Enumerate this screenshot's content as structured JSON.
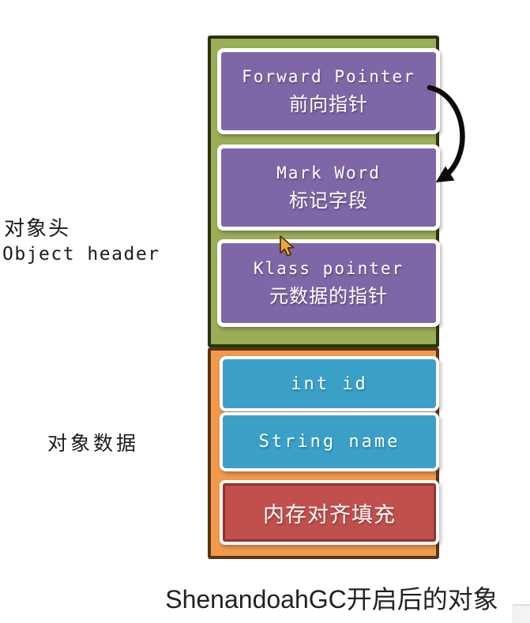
{
  "diagram": {
    "object_header": {
      "label_cn": "对象头",
      "label_en": "Object header",
      "boxes": [
        {
          "title": "Forward Pointer",
          "subtitle": "前向指针"
        },
        {
          "title": "Mark Word",
          "subtitle": "标记字段"
        },
        {
          "title": "Klass pointer",
          "subtitle": "元数据的指针"
        }
      ]
    },
    "object_data": {
      "label_cn": "对象数据",
      "field_boxes": [
        {
          "title": "int id"
        },
        {
          "title": "String name"
        }
      ],
      "padding_box": {
        "title": "内存对齐填充"
      }
    },
    "caption": "ShenandoahGC开启后的对象"
  },
  "colors": {
    "header_section_bg": "#9aae57",
    "header_section_border": "#2c330f",
    "header_cell": "#7f67a7",
    "data_section_bg": "#f29a4b",
    "data_section_border": "#5a3517",
    "field_cell": "#3aa0c8",
    "padding_cell": "#c14f4c",
    "padding_cell_border": "#93322f",
    "arrow": "#0b0b0b",
    "cursor_fill": "#eda63c",
    "text_on_cells": "#ffffff",
    "label_text": "#1b1b1b"
  }
}
